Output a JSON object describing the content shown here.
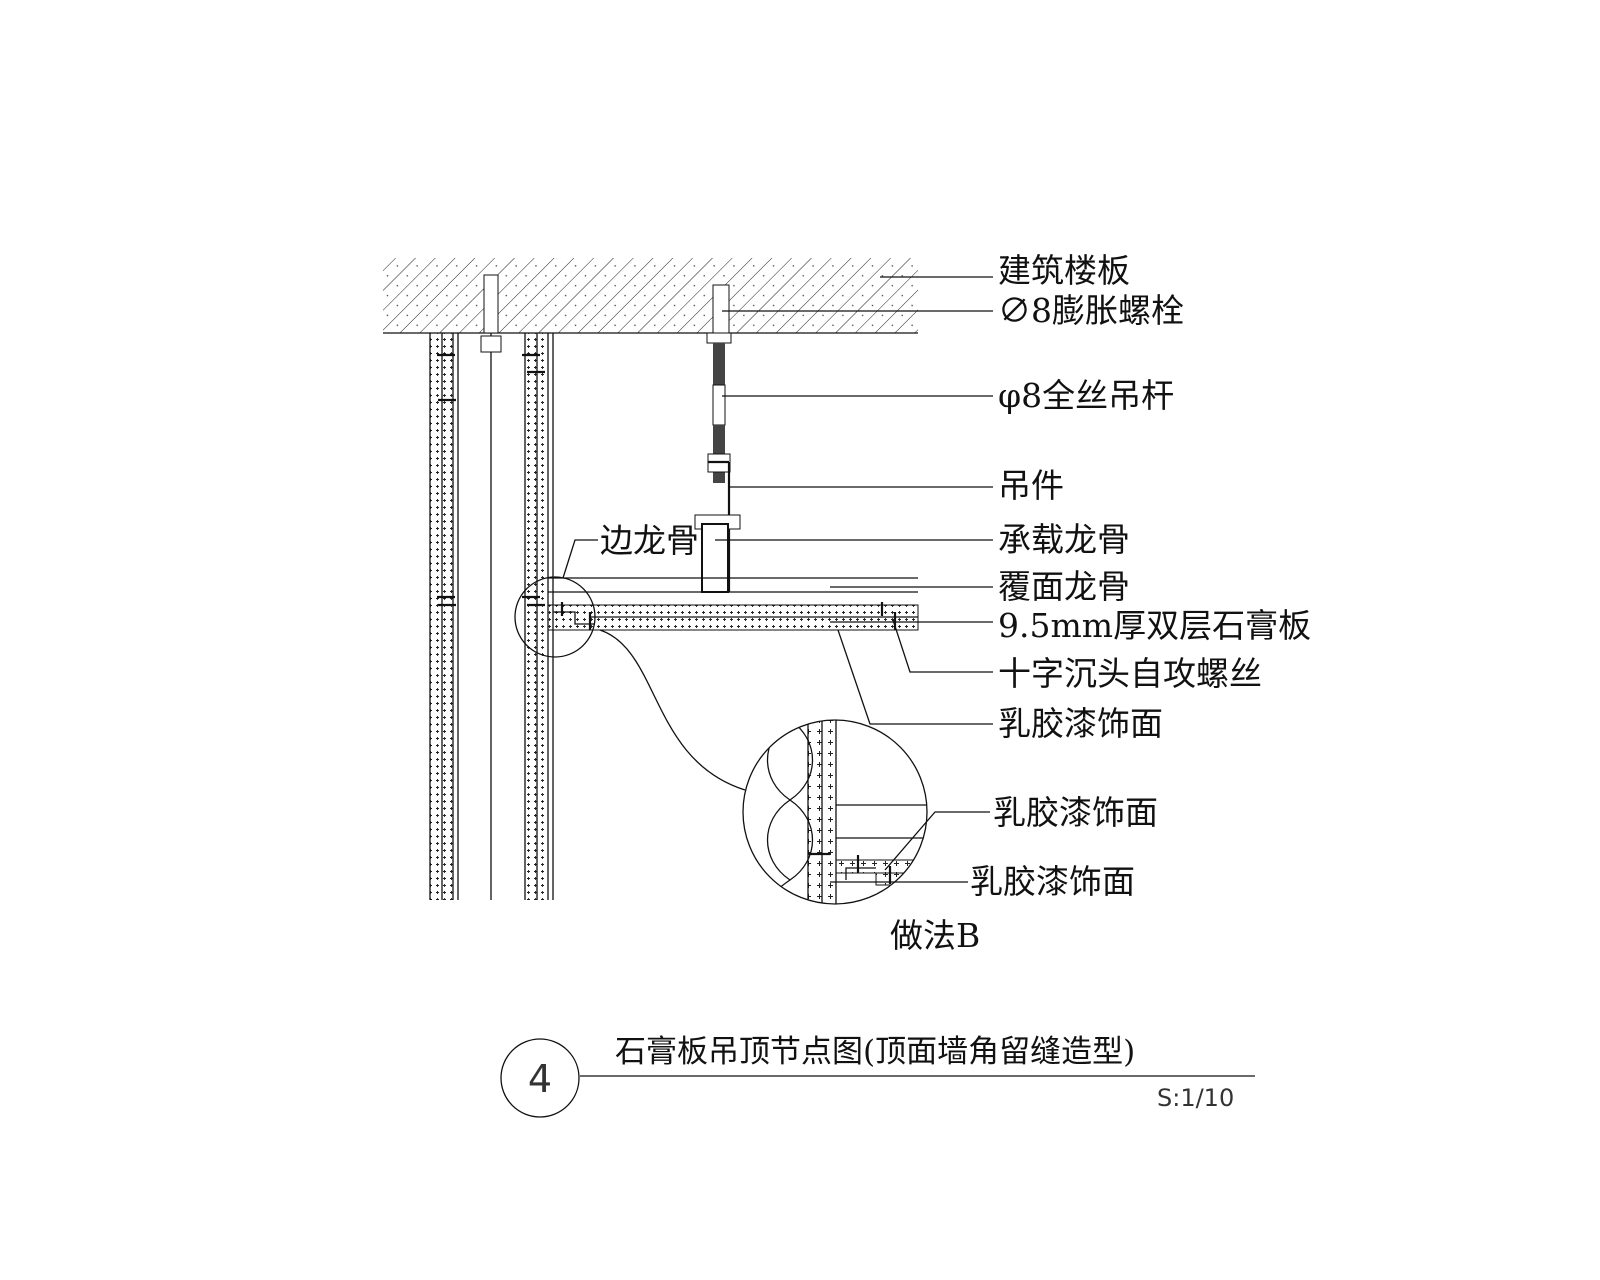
{
  "drawing": {
    "labels": {
      "slab": "建筑楼板",
      "expansion_bolt": "∅8膨胀螺栓",
      "threaded_rod": "φ8全丝吊杆",
      "hanger": "吊件",
      "main_runner": "承载龙骨",
      "cover_runner": "覆面龙骨",
      "gypsum_board": "9.5mm厚双层石膏板",
      "screw": "十字沉头自攻螺丝",
      "latex_paint": "乳胶漆饰面",
      "edge_runner": "边龙骨",
      "detail_label_1": "乳胶漆饰面",
      "detail_label_2": "乳胶漆饰面",
      "method": "做法B"
    },
    "title_block": {
      "number": "4",
      "title": "石膏板吊顶节点图(顶面墙角留缝造型)",
      "scale": "S:1/10"
    }
  }
}
